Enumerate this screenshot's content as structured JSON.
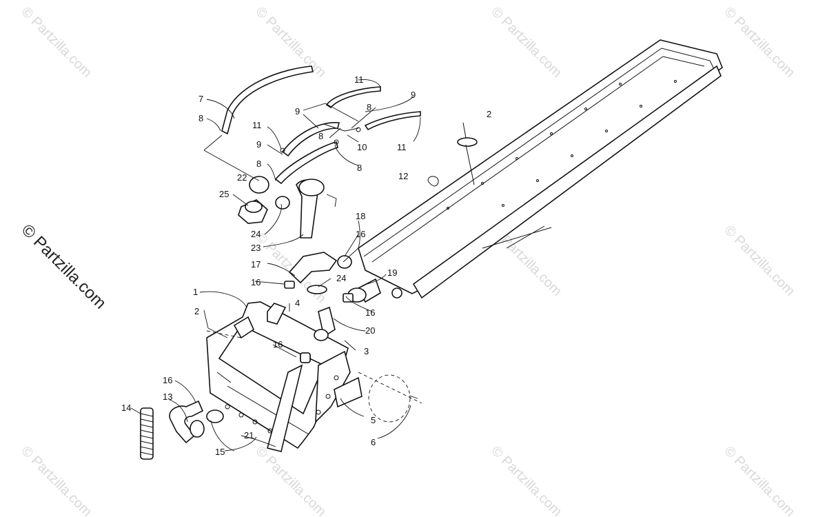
{
  "watermark": {
    "text": "© Partzilla.com"
  },
  "side_watermark": {
    "text": "© Partzilla.com"
  },
  "callouts": {
    "c1": "1",
    "c2a": "2",
    "c2b": "2",
    "c3": "3",
    "c4": "4",
    "c5": "5",
    "c6": "6",
    "c7": "7",
    "c8a": "8",
    "c8b": "8",
    "c8c": "8",
    "c8d": "8",
    "c8e": "8",
    "c9a": "9",
    "c9b": "9",
    "c9c": "9",
    "c10": "10",
    "c11a": "11",
    "c11b": "11",
    "c11c": "11",
    "c12": "12",
    "c13": "13",
    "c14": "14",
    "c15": "15",
    "c16a": "16",
    "c16b": "16",
    "c16c": "16",
    "c16d": "16",
    "c16e": "16",
    "c17": "17",
    "c18": "18",
    "c19": "19",
    "c20": "20",
    "c21": "21",
    "c22": "22",
    "c23": "23",
    "c24a": "24",
    "c24b": "24",
    "c25": "25"
  }
}
